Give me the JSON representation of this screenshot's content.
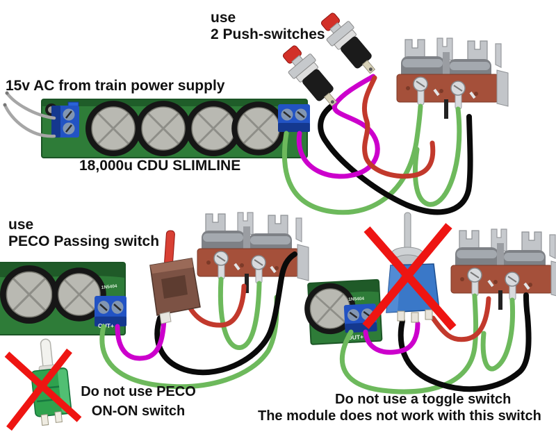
{
  "labels": {
    "use_push": {
      "line1": "use",
      "line2": "2 Push-switches"
    },
    "power_supply": "15v AC from train power supply",
    "cdu_name": "18,000u CDU SLIMLINE",
    "use_passing": {
      "line1": "use",
      "line2": "PECO Passing switch"
    },
    "no_onon": {
      "line1": "Do not use PECO",
      "line2": "ON-ON switch"
    },
    "no_toggle": {
      "line1": "Do not use a toggle switch",
      "line2": "The module does not work with this switch"
    }
  },
  "pcb_text": {
    "output_label": "OUT+",
    "diode_label": "1N5404"
  },
  "colors": {
    "background": "#ffffff",
    "text": "#111111",
    "pcb_green": "#2e7c38",
    "pcb_green_dark": "#1c5526",
    "cap_ring": "#161616",
    "cap_top": "#b9b9b2",
    "terminal_blue": "#2253c4",
    "terminal_blue_dark": "#14388f",
    "wire_magenta": "#cc00cc",
    "wire_red": "#c2392c",
    "wire_green": "#6db95c",
    "wire_black": "#0a0a0a",
    "wire_gray": "#a6a6a6",
    "motor_base": "#a5503a",
    "motor_metal": "#c2c5c9",
    "motor_coil": "#7e8186",
    "push_cap_red": "#d23028",
    "chrome": "#c6c9cc",
    "switch_brown": "#7c5244",
    "lever_red": "#d84034",
    "toggle_blue": "#3a78c8",
    "onon_green": "#2fa24e",
    "cross_red": "#ee1512"
  }
}
